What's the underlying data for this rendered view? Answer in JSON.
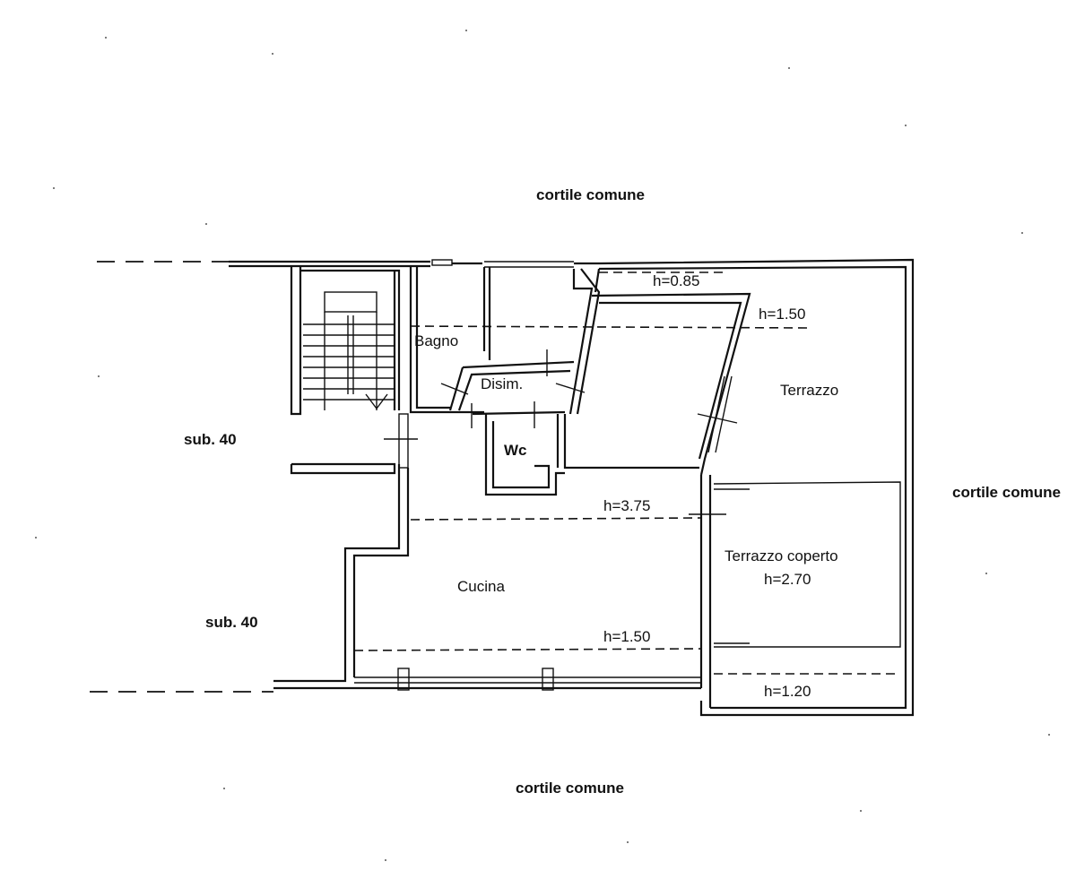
{
  "surroundings": {
    "top": "cortile comune",
    "right": "cortile comune",
    "bottom": "cortile comune",
    "left_upper": "sub. 40",
    "left_lower": "sub. 40"
  },
  "rooms": {
    "bagno": "Bagno",
    "disim": "Disim.",
    "wc": "Wc",
    "cucina": "Cucina",
    "terrazzo": "Terrazzo",
    "terrazzo_coperto": "Terrazzo coperto",
    "terrazzo_coperto_height": "h=2.70"
  },
  "heights": {
    "h085": "h=0.85",
    "h150_top": "h=1.50",
    "h375": "h=3.75",
    "h150_bottom": "h=1.50",
    "h120": "h=1.20"
  }
}
